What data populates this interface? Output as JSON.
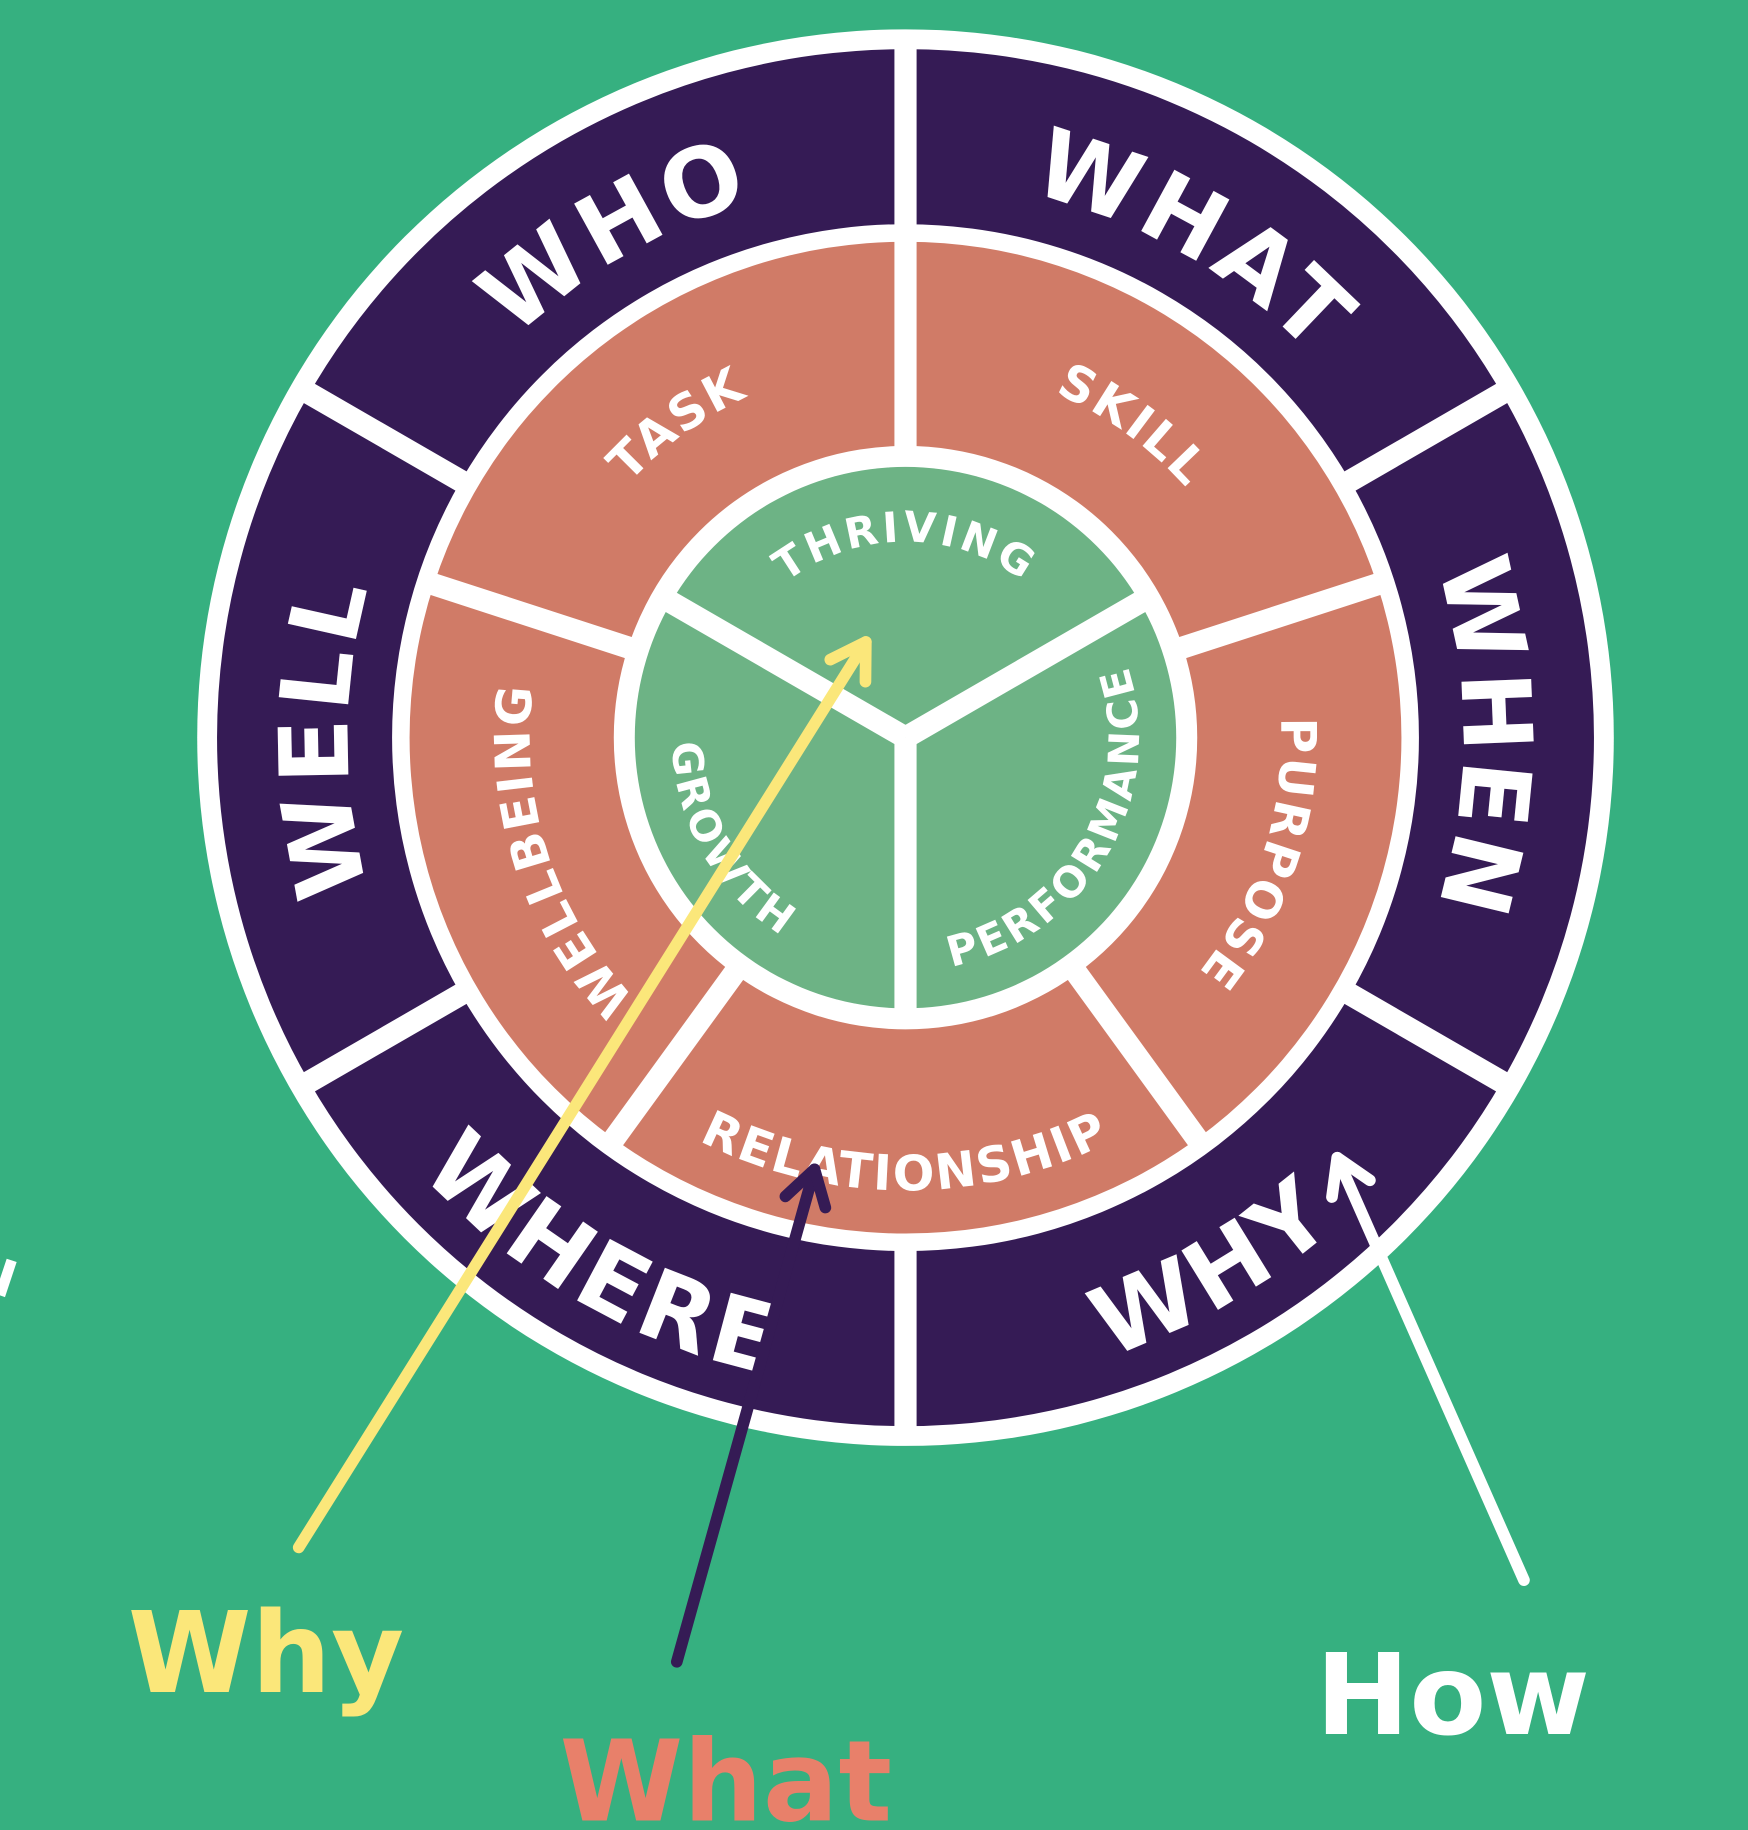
{
  "colors": {
    "background": "#36b080",
    "outer_ring": "#351b55",
    "middle_ring": "#d07b67",
    "inner_circle": "#6db385",
    "divider": "#ffffff",
    "why_arrow": "#fbe77a",
    "what_arrow": "#351b55",
    "how_arrow": "#ffffff",
    "what_label": "#e8806a"
  },
  "outer_ring": [
    {
      "label": "WHO"
    },
    {
      "label": "WHAT"
    },
    {
      "label": "WHEN"
    },
    {
      "label": "WHY"
    },
    {
      "label": "WHERE"
    },
    {
      "label": "WELL"
    }
  ],
  "middle_ring": [
    {
      "label": "TASK"
    },
    {
      "label": "SKILL"
    },
    {
      "label": "PURPOSE"
    },
    {
      "label": "RELATIONSHIP"
    },
    {
      "label": "WELLBEING"
    }
  ],
  "inner_circle": [
    {
      "label": "THRIVING"
    },
    {
      "label": "PERFORMANCE"
    },
    {
      "label": "GROWTH"
    }
  ],
  "annotations": {
    "why": "Why",
    "what": "What",
    "how": "How"
  }
}
